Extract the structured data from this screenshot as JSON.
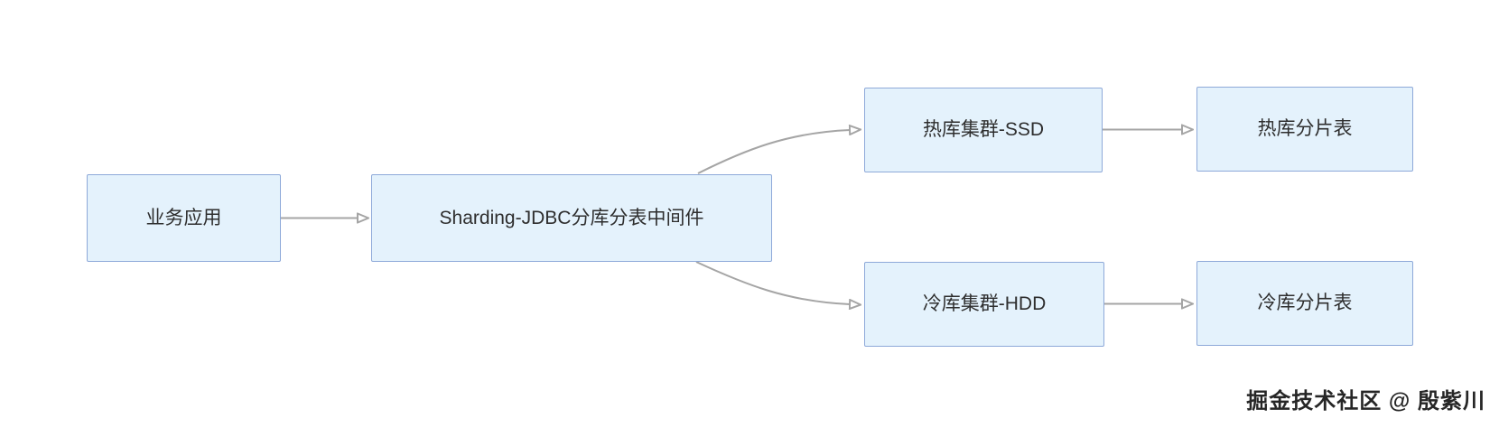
{
  "diagram": {
    "nodes": {
      "business_app": {
        "label": "业务应用"
      },
      "middleware": {
        "label": "Sharding-JDBC分库分表中间件"
      },
      "hot_cluster": {
        "label": "热库集群-SSD"
      },
      "hot_shard_table": {
        "label": "热库分片表"
      },
      "cold_cluster": {
        "label": "冷库集群-HDD"
      },
      "cold_shard_table": {
        "label": "冷库分片表"
      }
    },
    "edges": [
      {
        "from": "business_app",
        "to": "middleware"
      },
      {
        "from": "middleware",
        "to": "hot_cluster"
      },
      {
        "from": "middleware",
        "to": "cold_cluster"
      },
      {
        "from": "hot_cluster",
        "to": "hot_shard_table"
      },
      {
        "from": "cold_cluster",
        "to": "cold_shard_table"
      }
    ],
    "colors": {
      "node_fill": "#e4f2fc",
      "node_border": "#8ea9d9",
      "node_text": "#2e2e2e",
      "arrow_line": "#a5a5a5",
      "arrow_head": "#b0b0b0",
      "background": "#ffffff"
    }
  },
  "watermark": {
    "text": "掘金技术社区 @ 殷紫川"
  }
}
